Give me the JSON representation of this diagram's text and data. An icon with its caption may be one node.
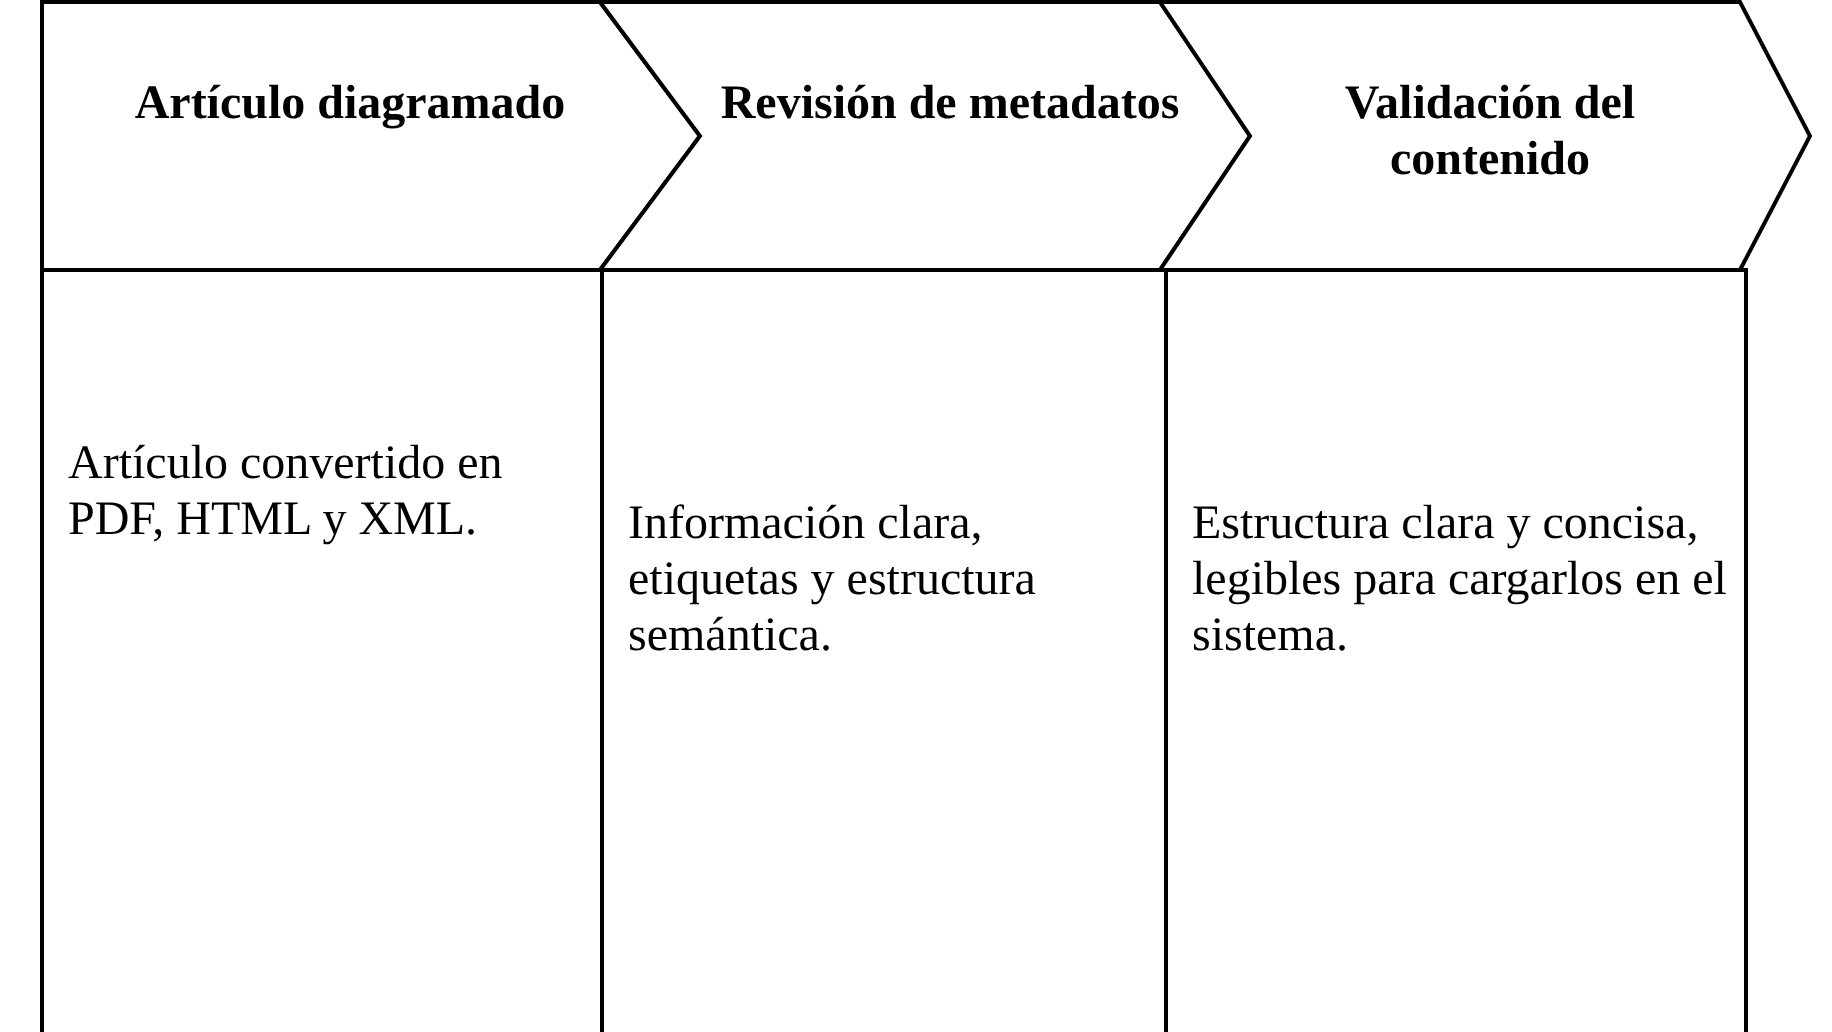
{
  "diagram": {
    "nodes": [
      {
        "text": [
          "Artículo diagramado"
        ]
      },
      {
        "text": [
          "Revisión de metadatos"
        ]
      },
      {
        "text": [
          "Validación del contenido"
        ]
      },
      {
        "text": [
          "Artículo convertido en PDF, HTML y XML."
        ]
      },
      {
        "text": [
          "Información clara, etiquetas y estructura semántica."
        ]
      },
      {
        "text": [
          "Estructura clara y concisa, legibles para cargarlos en el sistema."
        ]
      }
    ]
  }
}
